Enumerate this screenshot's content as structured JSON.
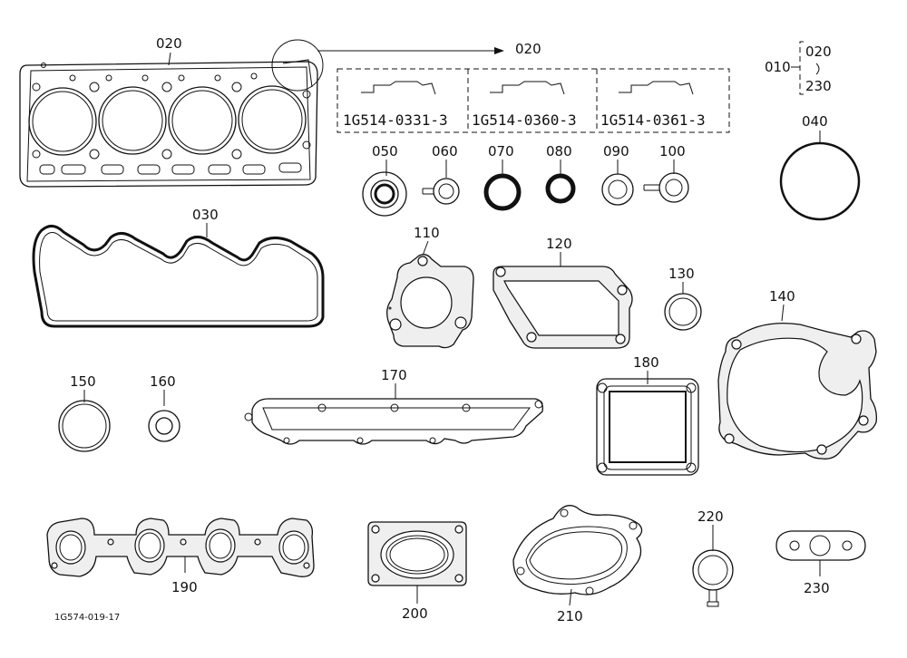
{
  "diagram": {
    "footer_code": "1G574-019-17",
    "range_label": "010",
    "range_from": "020",
    "range_to": "230",
    "variants": [
      {
        "part_no": "1G514-0331-3"
      },
      {
        "part_no": "1G514-0360-3"
      },
      {
        "part_no": "1G514-0361-3"
      }
    ],
    "parts": [
      {
        "key": "020",
        "label": "020"
      },
      {
        "key": "020b",
        "label": "020"
      },
      {
        "key": "030",
        "label": "030"
      },
      {
        "key": "040",
        "label": "040"
      },
      {
        "key": "050",
        "label": "050"
      },
      {
        "key": "060",
        "label": "060"
      },
      {
        "key": "070",
        "label": "070"
      },
      {
        "key": "080",
        "label": "080"
      },
      {
        "key": "090",
        "label": "090"
      },
      {
        "key": "100",
        "label": "100"
      },
      {
        "key": "110",
        "label": "110"
      },
      {
        "key": "120",
        "label": "120"
      },
      {
        "key": "130",
        "label": "130"
      },
      {
        "key": "140",
        "label": "140"
      },
      {
        "key": "150",
        "label": "150"
      },
      {
        "key": "160",
        "label": "160"
      },
      {
        "key": "170",
        "label": "170"
      },
      {
        "key": "180",
        "label": "180"
      },
      {
        "key": "190",
        "label": "190"
      },
      {
        "key": "200",
        "label": "200"
      },
      {
        "key": "210",
        "label": "210"
      },
      {
        "key": "220",
        "label": "220"
      },
      {
        "key": "230",
        "label": "230"
      }
    ]
  }
}
